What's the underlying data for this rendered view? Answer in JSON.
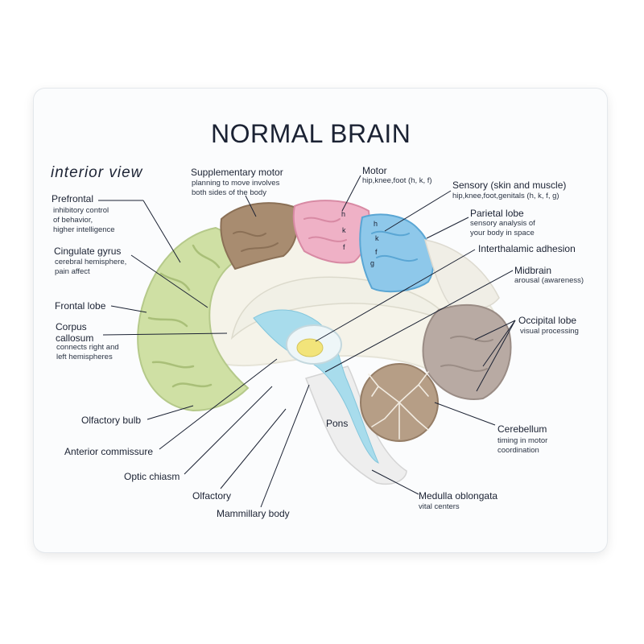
{
  "title": "NORMAL BRAIN",
  "subtitle": "interior view",
  "labels": {
    "prefrontal": {
      "name": "Prefrontal",
      "desc1": "inhibitory control",
      "desc2": "of behavior,",
      "desc3": "higher intelligence"
    },
    "cingulate": {
      "name": "Cingulate gyrus",
      "desc1": "cerebral hemisphere,",
      "desc2": "pain affect"
    },
    "frontal": {
      "name": "Frontal lobe"
    },
    "corpus": {
      "name1": "Corpus",
      "name2": "callosum",
      "desc1": "connects right and",
      "desc2": "left hemispheres"
    },
    "supplementary": {
      "name": "Supplementary motor",
      "desc1": "planning to move involves",
      "desc2": "both sides of the body"
    },
    "motor": {
      "name": "Motor",
      "desc": "hip,knee,foot (h, k, f)"
    },
    "sensory": {
      "name": "Sensory (skin and muscle)",
      "desc": "hip,knee,foot,genitals (h, k, f, g)"
    },
    "parietal": {
      "name": "Parietal lobe",
      "desc1": "sensory analysis of",
      "desc2": "your body in space"
    },
    "interthalamic": {
      "name": "Interthalamic adhesion"
    },
    "midbrain": {
      "name": "Midbrain",
      "desc": "arousal (awareness)"
    },
    "occipital": {
      "name": "Occipital lobe",
      "desc": "visual processing"
    },
    "olfactory_bulb": {
      "name": "Olfactory bulb"
    },
    "anterior": {
      "name": "Anterior commissure"
    },
    "optic": {
      "name": "Optic chiasm"
    },
    "olfactory": {
      "name": "Olfactory"
    },
    "mammillary": {
      "name": "Mammillary body"
    },
    "pons": {
      "name": "Pons"
    },
    "cerebellum": {
      "name": "Cerebellum",
      "desc1": "timing in motor",
      "desc2": "coordination"
    },
    "medulla": {
      "name": "Medulla oblongata",
      "desc": "vital centers"
    }
  },
  "region_letters": {
    "motor": [
      "h",
      "k",
      "f"
    ],
    "sensory": [
      "h",
      "k",
      "f",
      "g"
    ]
  },
  "colors": {
    "frontal": "#cfe0a4",
    "supplementary": "#a88c70",
    "motor": "#efb1c6",
    "sensory": "#8ec8ea",
    "occipital": "#b8aaa3",
    "cerebellum": "#b69e86",
    "ventricle": "#a8dcec",
    "thalamus": "#f2e47a",
    "brainstem": "#eeeeee"
  }
}
